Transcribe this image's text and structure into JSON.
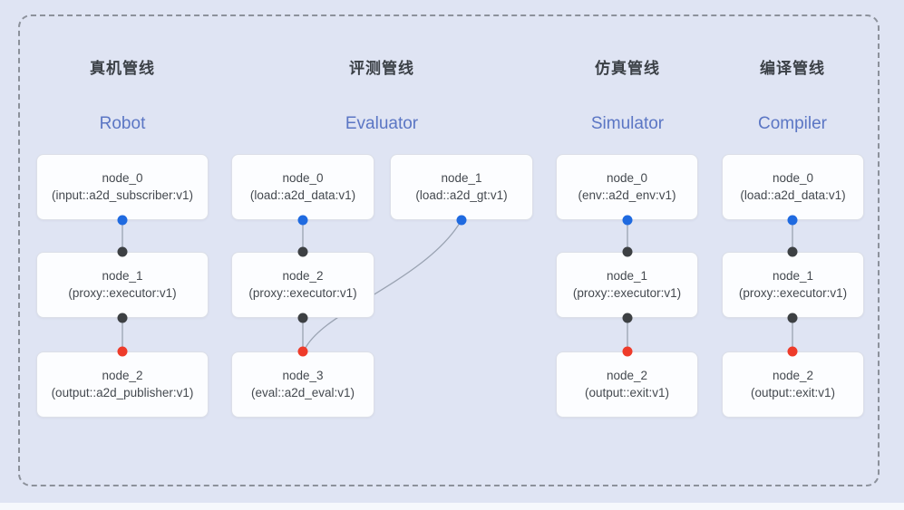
{
  "diagram": {
    "kind": "pipeline-node-graph",
    "pipelines": [
      {
        "title_cn": "真机管线",
        "title_en": "Robot",
        "nodes": [
          {
            "id": "node_0",
            "type": "(input::a2d_subscriber:v1)"
          },
          {
            "id": "node_1",
            "type": "(proxy::executor:v1)"
          },
          {
            "id": "node_2",
            "type": "(output::a2d_publisher:v1)"
          }
        ]
      },
      {
        "title_cn": "评测管线",
        "title_en": "Evaluator",
        "nodes": [
          {
            "id": "node_0",
            "type": "(load::a2d_data:v1)"
          },
          {
            "id": "node_1",
            "type": "(load::a2d_gt:v1)"
          },
          {
            "id": "node_2",
            "type": "(proxy::executor:v1)"
          },
          {
            "id": "node_3",
            "type": "(eval::a2d_eval:v1)"
          }
        ]
      },
      {
        "title_cn": "仿真管线",
        "title_en": "Simulator",
        "nodes": [
          {
            "id": "node_0",
            "type": "(env::a2d_env:v1)"
          },
          {
            "id": "node_1",
            "type": "(proxy::executor:v1)"
          },
          {
            "id": "node_2",
            "type": "(output::exit:v1)"
          }
        ]
      },
      {
        "title_cn": "编译管线",
        "title_en": "Compiler",
        "nodes": [
          {
            "id": "node_0",
            "type": "(load::a2d_data:v1)"
          },
          {
            "id": "node_1",
            "type": "(proxy::executor:v1)"
          },
          {
            "id": "node_2",
            "type": "(output::exit:v1)"
          }
        ]
      }
    ]
  },
  "colors": {
    "background": "#dfe4f3",
    "frame_border": "#8c919b",
    "node_fill": "#fcfdff",
    "node_border": "#dcdfe8",
    "title_cn": "#3b4046",
    "title_en": "#5b76c4",
    "edge": "#9aa3b2",
    "dot_blue": "#1f6ae0",
    "dot_black": "#3d4043",
    "dot_red": "#ee3b2a"
  }
}
